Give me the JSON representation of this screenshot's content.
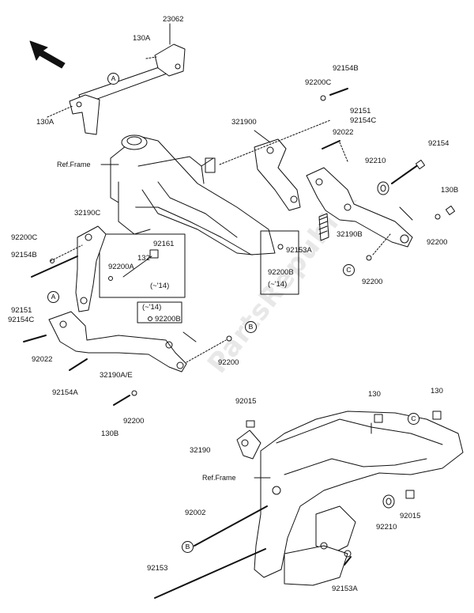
{
  "watermark": "PartsRepublik",
  "part_labels": {
    "p23062": "23062",
    "p130a_top": "130A",
    "p130a_left": "130A",
    "p92154b_top": "92154B",
    "p92200c_top": "92200C",
    "p321900": "321900",
    "p92151_top": "92151",
    "p92154c_top": "92154C",
    "p92022_top": "92022",
    "p92154_right": "92154",
    "p92210_top": "92210",
    "p130b_right": "130B",
    "p32190c": "32190C",
    "p92200c_left": "92200C",
    "p92154b_left": "92154B",
    "p92161": "92161",
    "p132": "132",
    "p92200a": "92200A",
    "p14_a": "(~'14)",
    "p92153a_top": "92153A",
    "p92200b_box": "92200B",
    "p14_b": "(~'14)",
    "p32190b": "32190B",
    "p92200_r1": "92200",
    "p92200_r2": "92200",
    "p14_c": "(~'14)",
    "p92200b_left": "92200B",
    "p92151_left": "92151",
    "p92154c_left": "92154C",
    "p92022_left": "92022",
    "p32190ae": "32190A/E",
    "p92200_mid": "92200",
    "p92154a": "92154A",
    "p92200_low": "92200",
    "p130b_low": "130B",
    "p92015_top": "92015",
    "p130_1": "130",
    "p130_2": "130",
    "p32190": "32190",
    "p92002": "92002",
    "p92210_low": "92210",
    "p92015_low": "92015",
    "p92153": "92153",
    "p92153a_low": "92153A"
  },
  "ref_labels": {
    "ref_frame_top": "Ref.Frame",
    "ref_frame_low": "Ref.Frame"
  },
  "callouts": {
    "a_top": "A",
    "a_left": "A",
    "b_mid": "B",
    "b_low": "B",
    "c_right": "C",
    "c_low": "C"
  }
}
